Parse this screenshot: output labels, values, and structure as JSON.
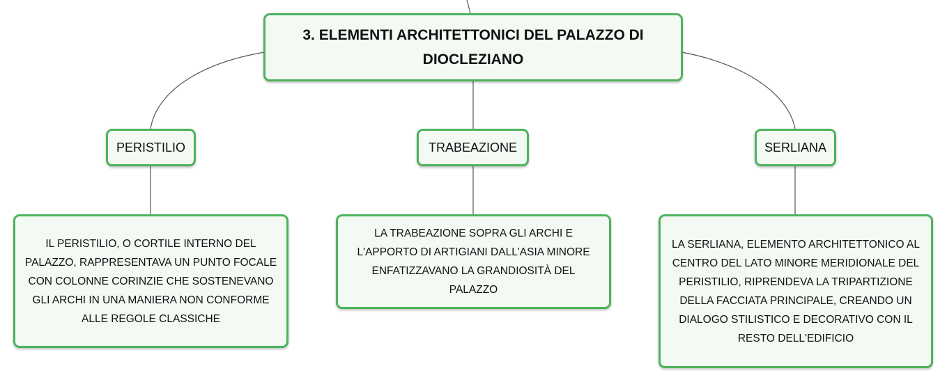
{
  "root": {
    "label": "3. ELEMENTI ARCHITETTONICI DEL PALAZZO DI DIOCLEZIANO"
  },
  "branches": [
    {
      "label": "PERISTILIO",
      "detail": "IL PERISTILIO, O CORTILE INTERNO DEL PALAZZO, RAPPRESENTAVA UN PUNTO FOCALE CON COLONNE CORINZIE CHE SOSTENEVANO GLI ARCHI IN UNA MANIERA NON CONFORME ALLE REGOLE CLASSICHE"
    },
    {
      "label": "TRABEAZIONE",
      "detail": "LA TRABEAZIONE SOPRA GLI ARCHI E L'APPORTO DI ARTIGIANI DALL'ASIA MINORE ENFATIZZAVANO LA GRANDIOSITÀ DEL PALAZZO"
    },
    {
      "label": "SERLIANA",
      "detail": "LA SERLIANA, ELEMENTO ARCHITETTONICO AL CENTRO DEL LATO MINORE MERIDIONALE DEL PERISTILIO, RIPRENDEVA LA TRIPARTIZIONE DELLA FACCIATA PRINCIPALE, CREANDO UN DIALOGO STILISTICO E DECORATIVO CON IL RESTO DELL'EDIFICIO"
    }
  ],
  "colors": {
    "node_border": "#4cb35c",
    "node_fill": "#f3faf4",
    "connector": "#555555",
    "text": "#111111"
  }
}
